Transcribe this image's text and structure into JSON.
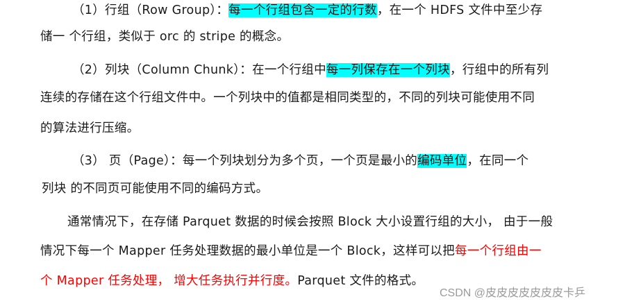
{
  "document": {
    "paragraphs": [
      {
        "id": "row-group",
        "lines": [
          [
            {
              "text": "（1）行组（Row Group）：",
              "style": "normal"
            },
            {
              "text": "每一个行组包含一定的行数",
              "style": "highlight"
            },
            {
              "text": "，在一个  HDFS 文件中至少存",
              "style": "normal"
            }
          ],
          [
            {
              "text": "储一  个行组，类似于  orc 的  stripe 的概念。",
              "style": "normal"
            }
          ]
        ]
      },
      {
        "id": "column-chunk",
        "lines": [
          [
            {
              "text": "（2）列块（Column Chunk）：在一个行组中",
              "style": "normal"
            },
            {
              "text": "每一列保存在一个列块",
              "style": "highlight"
            },
            {
              "text": "，行组中的所有列",
              "style": "normal"
            }
          ],
          [
            {
              "text": "连续的存储在这个行组文件中。一个列块中的值都是相同类型的，不同的列块可能使用不同",
              "style": "normal"
            }
          ],
          [
            {
              "text": "的算法进行压缩。",
              "style": "normal"
            }
          ]
        ]
      },
      {
        "id": "page",
        "lines": [
          [
            {
              "text": "（3）  页（Page）：每一个列块划分为多个页，一个页是最小的",
              "style": "normal"
            },
            {
              "text": "编码单位",
              "style": "highlight"
            },
            {
              "text": "，在同一个",
              "style": "normal"
            }
          ],
          [
            {
              "text": "列块  的不同页可能使用不同的编码方式。",
              "style": "normal"
            }
          ]
        ]
      },
      {
        "id": "summary",
        "lines": [
          [
            {
              "text": "通常情况下，在存储  Parquet 数据的时候会按照  Block 大小设置行组的大小，   由于一般",
              "style": "normal"
            }
          ],
          [
            {
              "text": "情况下每一个  Mapper 任务处理数据的最小单位是一个  Block，这样可以把",
              "style": "normal"
            },
            {
              "text": "每一个行组由一",
              "style": "red"
            }
          ],
          [
            {
              "text": "个  Mapper 任务处理，  增大任务执行并行度。",
              "style": "red"
            },
            {
              "text": "Parquet 文件的格式。",
              "style": "normal"
            }
          ]
        ]
      }
    ]
  },
  "watermark": "CSDN @皮皮皮皮皮皮皮卡乒",
  "colors": {
    "highlight": "#00ffff",
    "red_text": "#ff0000",
    "body_text": "#1a1a1a",
    "watermark": "#9a9a9a",
    "background": "#ffffff"
  }
}
